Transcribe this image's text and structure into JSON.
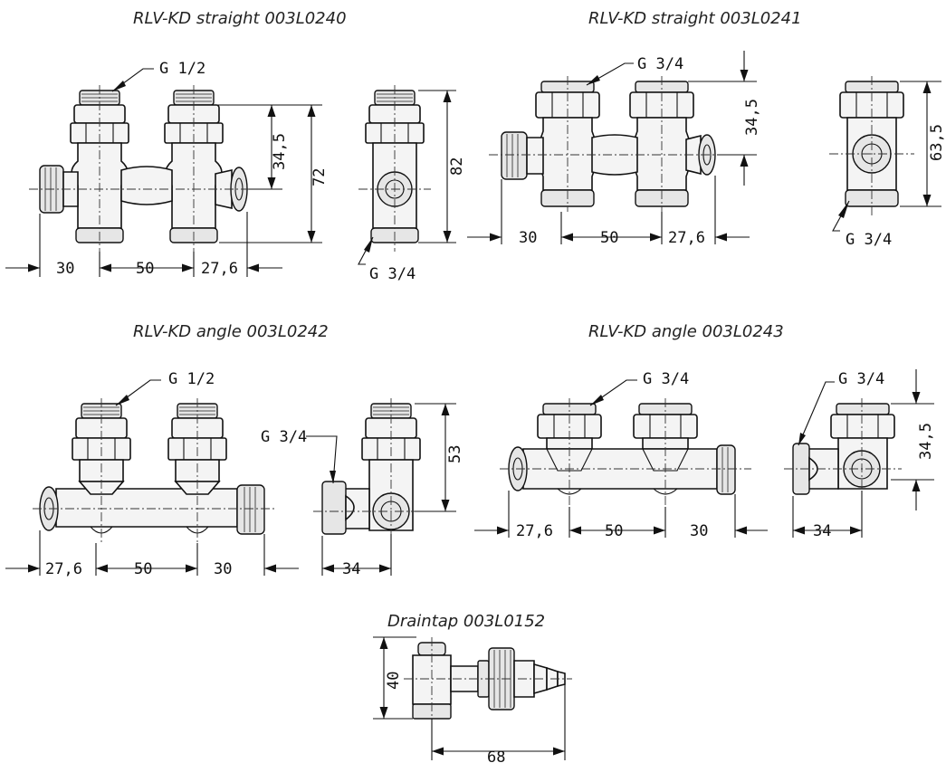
{
  "titles": {
    "straight_0240": "RLV-KD straight 003L0240",
    "straight_0241": "RLV-KD straight 003L0241",
    "angle_0242": "RLV-KD angle 003L0242",
    "angle_0243": "RLV-KD angle 003L0243",
    "draintap": "Draintap 003L0152"
  },
  "straight_0240": {
    "thread_top": "G 1/2",
    "thread_side": "G 3/4",
    "dim_left": "30",
    "dim_mid": "50",
    "dim_right": "27,6",
    "dim_offset": "34,5",
    "dim_height": "72",
    "dim_side_height": "82"
  },
  "straight_0241": {
    "thread_top": "G 3/4",
    "thread_side": "G 3/4",
    "dim_left": "30",
    "dim_mid": "50",
    "dim_right": "27,6",
    "dim_offset": "34,5",
    "dim_side_height": "63,5"
  },
  "angle_0242": {
    "thread_top": "G 1/2",
    "thread_side": "G 3/4",
    "dim_left": "27,6",
    "dim_mid": "50",
    "dim_right": "30",
    "dim_height": "53",
    "dim_side_width": "34"
  },
  "angle_0243": {
    "thread_top": "G 3/4",
    "thread_side": "G 3/4",
    "dim_left": "27,6",
    "dim_mid": "50",
    "dim_right": "30",
    "dim_offset": "34,5",
    "dim_side_width": "34"
  },
  "draintap": {
    "dim_height": "40",
    "dim_width": "68"
  }
}
